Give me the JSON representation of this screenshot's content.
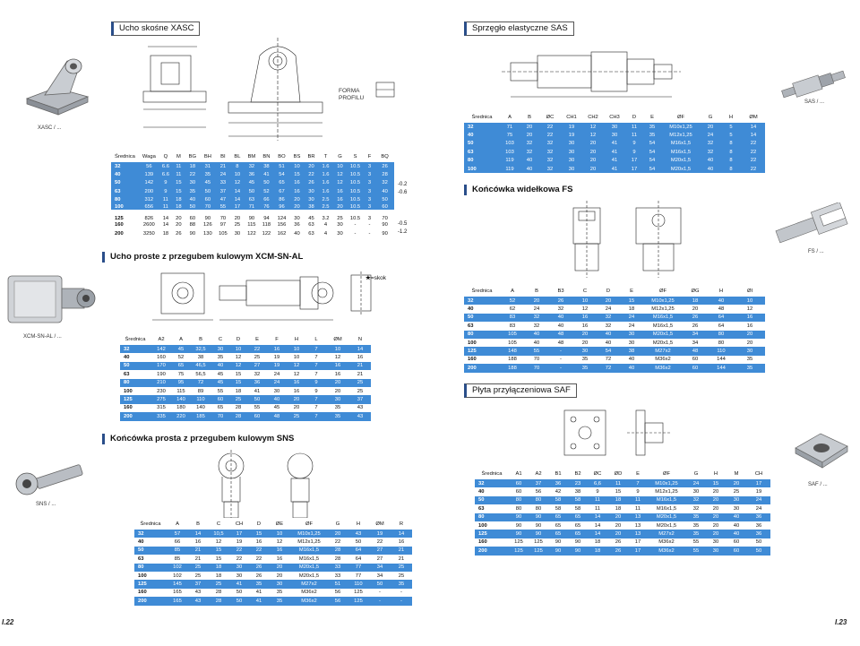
{
  "pages": {
    "left": "I.22",
    "right": "I.23"
  },
  "xasc": {
    "title": "Ucho skośne XASC",
    "caption": "XASC / ...",
    "forma": "FORMA\nPROFILU",
    "headers": [
      "Średnica",
      "Waga",
      "Q",
      "M",
      "BG",
      "BH",
      "BI",
      "BL",
      "BM",
      "BN",
      "BO",
      "BS",
      "BR",
      "T",
      "G",
      "S",
      "F",
      "BQ"
    ],
    "rows": [
      [
        "32",
        "56",
        "6.6",
        "11",
        "18",
        "31",
        "21",
        "8",
        "32",
        "38",
        "51",
        "10",
        "20",
        "1.6",
        "10",
        "10.5",
        "3",
        "26"
      ],
      [
        "40",
        "139",
        "6.6",
        "11",
        "22",
        "35",
        "24",
        "10",
        "36",
        "41",
        "54",
        "15",
        "22",
        "1.6",
        "12",
        "10.5",
        "3",
        "28"
      ],
      [
        "50",
        "142",
        "9",
        "15",
        "30",
        "45",
        "33",
        "12",
        "45",
        "50",
        "65",
        "16",
        "26",
        "1.6",
        "12",
        "10.5",
        "3",
        "32"
      ],
      [
        "63",
        "200",
        "9",
        "15",
        "35",
        "50",
        "37",
        "14",
        "50",
        "52",
        "67",
        "16",
        "30",
        "1.6",
        "16",
        "10.5",
        "3",
        "40"
      ],
      [
        "80",
        "312",
        "11",
        "18",
        "40",
        "60",
        "47",
        "14",
        "63",
        "66",
        "86",
        "20",
        "30",
        "2.5",
        "16",
        "10.5",
        "3",
        "50"
      ],
      [
        "100",
        "656",
        "11",
        "18",
        "50",
        "70",
        "55",
        "17",
        "71",
        "76",
        "96",
        "20",
        "38",
        "2.5",
        "20",
        "10.5",
        "3",
        "60"
      ],
      [
        "125",
        "826",
        "14",
        "20",
        "60",
        "90",
        "70",
        "20",
        "90",
        "94",
        "124",
        "30",
        "45",
        "3.2",
        "25",
        "10.5",
        "3",
        "70"
      ],
      [
        "160",
        "2600",
        "14",
        "20",
        "88",
        "126",
        "97",
        "25",
        "115",
        "118",
        "156",
        "36",
        "63",
        "4",
        "30",
        "-",
        "-",
        "90"
      ],
      [
        "200",
        "3250",
        "18",
        "26",
        "90",
        "130",
        "105",
        "30",
        "122",
        "122",
        "162",
        "40",
        "63",
        "4",
        "30",
        "-",
        "-",
        "90"
      ]
    ],
    "extra": [
      "-0.2",
      "-0.6",
      "-0.5",
      "-1.2"
    ]
  },
  "xcmsn": {
    "title": "Ucho proste z przegubem kulowym XCM-SN-AL",
    "caption": "XCM-SN-AL / ...",
    "legend": "=skok",
    "headers": [
      "Średnica",
      "A2",
      "A",
      "B",
      "C",
      "D",
      "E",
      "F",
      "H",
      "L",
      "ØM",
      "N"
    ],
    "rows": [
      [
        "32",
        "142",
        "45",
        "32,5",
        "30",
        "10",
        "22",
        "16",
        "10",
        "7",
        "10",
        "14"
      ],
      [
        "40",
        "160",
        "52",
        "38",
        "35",
        "12",
        "25",
        "19",
        "10",
        "7",
        "12",
        "16"
      ],
      [
        "50",
        "170",
        "65",
        "46,5",
        "40",
        "12",
        "27",
        "19",
        "12",
        "7",
        "16",
        "21"
      ],
      [
        "63",
        "190",
        "75",
        "56,5",
        "45",
        "15",
        "32",
        "24",
        "12",
        "7",
        "16",
        "21"
      ],
      [
        "80",
        "210",
        "95",
        "72",
        "45",
        "15",
        "36",
        "24",
        "16",
        "9",
        "20",
        "25"
      ],
      [
        "100",
        "230",
        "115",
        "89",
        "55",
        "18",
        "41",
        "30",
        "16",
        "9",
        "20",
        "25"
      ],
      [
        "125",
        "275",
        "140",
        "110",
        "60",
        "25",
        "50",
        "40",
        "20",
        "7",
        "30",
        "37"
      ],
      [
        "160",
        "315",
        "180",
        "140",
        "65",
        "28",
        "55",
        "45",
        "20",
        "7",
        "35",
        "43"
      ],
      [
        "200",
        "335",
        "220",
        "185",
        "70",
        "28",
        "60",
        "48",
        "25",
        "7",
        "35",
        "43"
      ]
    ]
  },
  "sns": {
    "title": "Końcówka prosta z przegubem kulowym SNS",
    "caption": "SNS / ...",
    "headers": [
      "Średnica",
      "A",
      "B",
      "C",
      "CH",
      "D",
      "ØE",
      "ØF",
      "G",
      "H",
      "ØM",
      "R"
    ],
    "rows": [
      [
        "32",
        "57",
        "14",
        "10,5",
        "17",
        "15",
        "10",
        "M10x1,25",
        "20",
        "43",
        "19",
        "14"
      ],
      [
        "40",
        "66",
        "16",
        "12",
        "19",
        "16",
        "12",
        "M12x1,25",
        "22",
        "50",
        "22",
        "16"
      ],
      [
        "50",
        "85",
        "21",
        "15",
        "22",
        "22",
        "16",
        "M16x1,5",
        "28",
        "64",
        "27",
        "21"
      ],
      [
        "63",
        "85",
        "21",
        "15",
        "22",
        "22",
        "16",
        "M16x1,5",
        "28",
        "64",
        "27",
        "21"
      ],
      [
        "80",
        "102",
        "25",
        "18",
        "30",
        "26",
        "20",
        "M20x1,5",
        "33",
        "77",
        "34",
        "25"
      ],
      [
        "100",
        "102",
        "25",
        "18",
        "30",
        "26",
        "20",
        "M20x1,5",
        "33",
        "77",
        "34",
        "25"
      ],
      [
        "125",
        "145",
        "37",
        "25",
        "41",
        "35",
        "30",
        "M27x2",
        "51",
        "110",
        "50",
        "35"
      ],
      [
        "160",
        "165",
        "43",
        "28",
        "50",
        "41",
        "35",
        "M36x2",
        "56",
        "125",
        "-",
        "-"
      ],
      [
        "200",
        "165",
        "43",
        "28",
        "50",
        "41",
        "35",
        "M36x2",
        "56",
        "125",
        "-",
        "-"
      ]
    ]
  },
  "sas": {
    "title": "Sprzęgło elastyczne SAS",
    "caption": "SAS / ...",
    "headers": [
      "Średnica",
      "A",
      "B",
      "ØC",
      "CH1",
      "CH2",
      "CH3",
      "D",
      "E",
      "ØF",
      "G",
      "H",
      "ØM"
    ],
    "rows": [
      [
        "32",
        "71",
        "20",
        "22",
        "19",
        "12",
        "30",
        "11",
        "35",
        "M10x1,25",
        "20",
        "5",
        "14"
      ],
      [
        "40",
        "75",
        "20",
        "22",
        "19",
        "12",
        "30",
        "11",
        "35",
        "M12x1,25",
        "24",
        "5",
        "14"
      ],
      [
        "50",
        "103",
        "32",
        "32",
        "30",
        "20",
        "41",
        "9",
        "54",
        "M16x1,5",
        "32",
        "8",
        "22"
      ],
      [
        "63",
        "103",
        "32",
        "32",
        "30",
        "20",
        "41",
        "9",
        "54",
        "M16x1,5",
        "32",
        "8",
        "22"
      ],
      [
        "80",
        "119",
        "40",
        "32",
        "30",
        "20",
        "41",
        "17",
        "54",
        "M20x1,5",
        "40",
        "8",
        "22"
      ],
      [
        "100",
        "119",
        "40",
        "32",
        "30",
        "20",
        "41",
        "17",
        "54",
        "M20x1,5",
        "40",
        "8",
        "22"
      ]
    ]
  },
  "fs": {
    "title": "Końcówka widełkowa FS",
    "caption": "FS / ...",
    "headers": [
      "Średnica",
      "A",
      "B",
      "B3",
      "C",
      "D",
      "E",
      "ØF",
      "ØG",
      "H",
      "ØI"
    ],
    "rows": [
      [
        "32",
        "52",
        "20",
        "26",
        "10",
        "20",
        "15",
        "M10x1,25",
        "18",
        "40",
        "10"
      ],
      [
        "40",
        "62",
        "24",
        "32",
        "12",
        "24",
        "18",
        "M12x1,25",
        "20",
        "48",
        "12"
      ],
      [
        "50",
        "83",
        "32",
        "40",
        "16",
        "32",
        "24",
        "M16x1,5",
        "26",
        "64",
        "16"
      ],
      [
        "63",
        "83",
        "32",
        "40",
        "16",
        "32",
        "24",
        "M16x1,5",
        "26",
        "64",
        "16"
      ],
      [
        "80",
        "105",
        "40",
        "48",
        "20",
        "40",
        "30",
        "M20x1,5",
        "34",
        "80",
        "20"
      ],
      [
        "100",
        "105",
        "40",
        "48",
        "20",
        "40",
        "30",
        "M20x1,5",
        "34",
        "80",
        "20"
      ],
      [
        "125",
        "148",
        "55",
        "-",
        "30",
        "54",
        "38",
        "M27x2",
        "48",
        "110",
        "30"
      ],
      [
        "160",
        "188",
        "70",
        "-",
        "35",
        "72",
        "40",
        "M36x2",
        "60",
        "144",
        "35"
      ],
      [
        "200",
        "188",
        "70",
        "-",
        "35",
        "72",
        "40",
        "M36x2",
        "60",
        "144",
        "35"
      ]
    ]
  },
  "saf": {
    "title": "Płyta przyłączeniowa SAF",
    "caption": "SAF / ...",
    "headers": [
      "Średnica",
      "A1",
      "A2",
      "B1",
      "B2",
      "ØC",
      "ØD",
      "E",
      "ØF",
      "G",
      "H",
      "M",
      "CH"
    ],
    "rows": [
      [
        "32",
        "60",
        "37",
        "36",
        "23",
        "6,6",
        "11",
        "7",
        "M10x1,25",
        "24",
        "15",
        "20",
        "17"
      ],
      [
        "40",
        "60",
        "56",
        "42",
        "38",
        "9",
        "15",
        "9",
        "M12x1,25",
        "30",
        "20",
        "25",
        "19"
      ],
      [
        "50",
        "80",
        "80",
        "58",
        "58",
        "11",
        "18",
        "11",
        "M16x1,5",
        "32",
        "20",
        "30",
        "24"
      ],
      [
        "63",
        "80",
        "80",
        "58",
        "58",
        "11",
        "18",
        "11",
        "M16x1,5",
        "32",
        "20",
        "30",
        "24"
      ],
      [
        "80",
        "90",
        "90",
        "65",
        "65",
        "14",
        "20",
        "13",
        "M20x1,5",
        "35",
        "20",
        "40",
        "36"
      ],
      [
        "100",
        "90",
        "90",
        "65",
        "65",
        "14",
        "20",
        "13",
        "M20x1,5",
        "35",
        "20",
        "40",
        "36"
      ],
      [
        "125",
        "90",
        "90",
        "65",
        "65",
        "14",
        "20",
        "13",
        "M27x2",
        "35",
        "20",
        "40",
        "36"
      ],
      [
        "160",
        "125",
        "125",
        "90",
        "90",
        "18",
        "26",
        "17",
        "M36x2",
        "55",
        "30",
        "60",
        "50"
      ],
      [
        "200",
        "125",
        "125",
        "90",
        "90",
        "18",
        "26",
        "17",
        "M36x2",
        "55",
        "30",
        "60",
        "50"
      ]
    ]
  },
  "colors": {
    "accent": "#3f8bd6",
    "title_bar": "#2a4e8a"
  }
}
